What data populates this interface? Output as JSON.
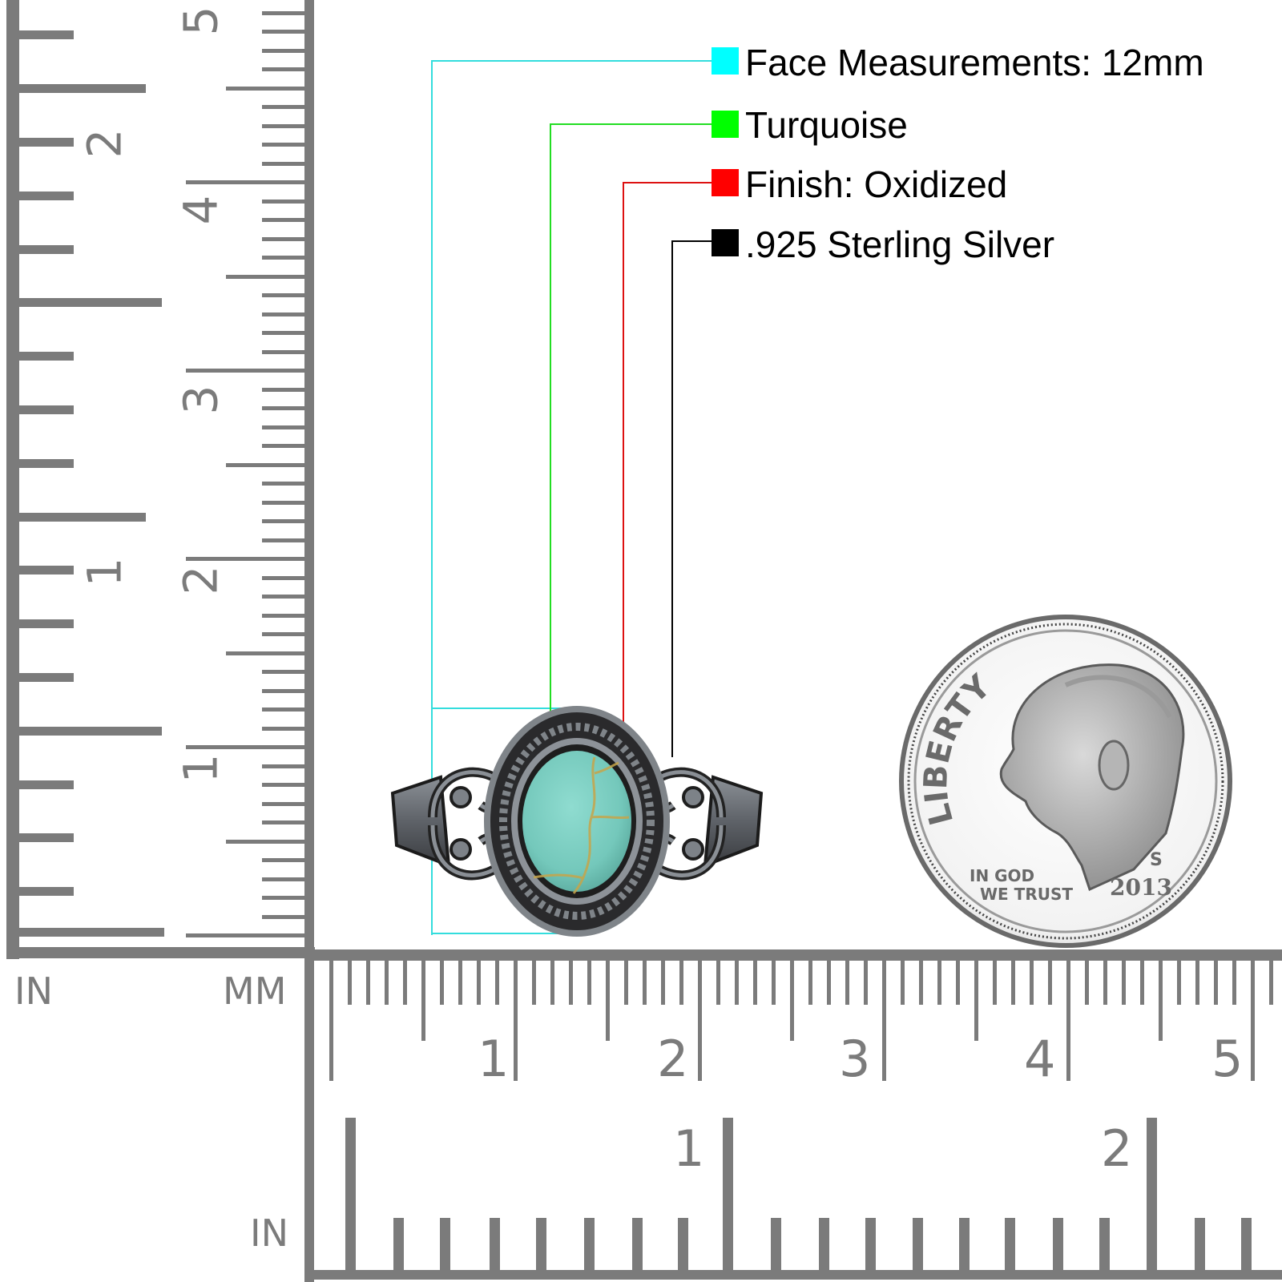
{
  "legend": {
    "items": [
      {
        "label": "Face Measurements: 12mm",
        "color": "#00ffff",
        "line_color": "#33dddd"
      },
      {
        "label": "Turquoise",
        "color": "#00ff00",
        "line_color": "#22dd22"
      },
      {
        "label": "Finish: Oxidized",
        "color": "#ff0000",
        "line_color": "#dd1111"
      },
      {
        "label": ".925 Sterling Silver",
        "color": "#000000",
        "line_color": "#000000"
      }
    ]
  },
  "rulers": {
    "left": {
      "inch_label": "IN",
      "mm_label": "MM",
      "inch_numbers": [
        "1",
        "2"
      ],
      "mm_numbers": [
        "1",
        "2",
        "3",
        "4",
        "5"
      ]
    },
    "bottom": {
      "mm_numbers": [
        "1",
        "2",
        "3",
        "4",
        "5"
      ],
      "inch_numbers": [
        "1",
        "2"
      ],
      "inch_label": "IN"
    },
    "color": "#7b7b7b"
  },
  "product": {
    "name": "Oval turquoise oxidized sterling silver filigree ring",
    "stone_color": "#7fd0c4",
    "metal_color": "#3a3a3a"
  },
  "coin": {
    "type": "dime",
    "text_top": "LIBERTY",
    "motto_line1": "IN GOD",
    "motto_line2": "WE TRUST",
    "mint_mark": "S",
    "year": "2013"
  }
}
